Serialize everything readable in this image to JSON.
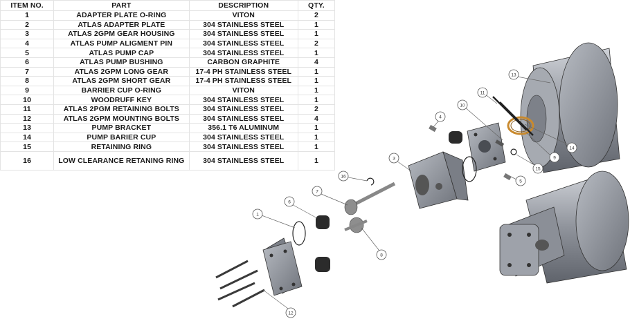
{
  "table": {
    "headers": [
      "ITEM NO.",
      "PART",
      "DESCRIPTION",
      "QTY."
    ],
    "rows": [
      [
        "1",
        "ADAPTER PLATE O-RING",
        "VITON",
        "2"
      ],
      [
        "2",
        "ATLAS ADAPTER PLATE",
        "304 STAINLESS STEEL",
        "1"
      ],
      [
        "3",
        "ATLAS 2GPM GEAR HOUSING",
        "304 STAINLESS STEEL",
        "1"
      ],
      [
        "4",
        "ATLAS PUMP ALIGMENT PIN",
        "304 STAINLESS STEEL",
        "2"
      ],
      [
        "5",
        "ATLAS PUMP CAP",
        "304 STAINLESS STEEL",
        "1"
      ],
      [
        "6",
        "ATLAS PUMP BUSHING",
        "CARBON GRAPHITE",
        "4"
      ],
      [
        "7",
        "ATLAS 2GPM LONG GEAR",
        "17-4 PH STAINLESS STEEL",
        "1"
      ],
      [
        "8",
        "ATLAS 2GPM SHORT GEAR",
        "17-4 PH STAINLESS STEEL",
        "1"
      ],
      [
        "9",
        "BARRIER CUP O-RING",
        "VITON",
        "1"
      ],
      [
        "10",
        "WOODRUFF KEY",
        "304 STAINLESS STEEL",
        "1"
      ],
      [
        "11",
        "ATLAS 2PGM RETAINING BOLTS",
        "304 STAINLESS STEEL",
        "2"
      ],
      [
        "12",
        "ATLAS 2GPM MOUNTING BOLTS",
        "304 STAINLESS STEEL",
        "4"
      ],
      [
        "13",
        "PUMP BRACKET",
        "356.1 T6 ALUMINUM",
        "1"
      ],
      [
        "14",
        "PUMP BARIER CUP",
        "304 STAINLESS STEEL",
        "1"
      ],
      [
        "15",
        "RETAINING RING",
        "304 STAINLESS STEEL",
        "1"
      ],
      [
        "16",
        "LOW CLEARANCE RETANING RING",
        "304 STAINLESS STEEL",
        "1"
      ]
    ]
  },
  "callouts": [
    "1",
    "3",
    "4",
    "5",
    "6",
    "7",
    "8",
    "9",
    "10",
    "11",
    "12",
    "13",
    "14",
    "15",
    "16"
  ],
  "colors": {
    "metal": "#9a9ea6",
    "dark": "#2b2b2b",
    "oring": "#c98a2e",
    "line": "#555555"
  }
}
